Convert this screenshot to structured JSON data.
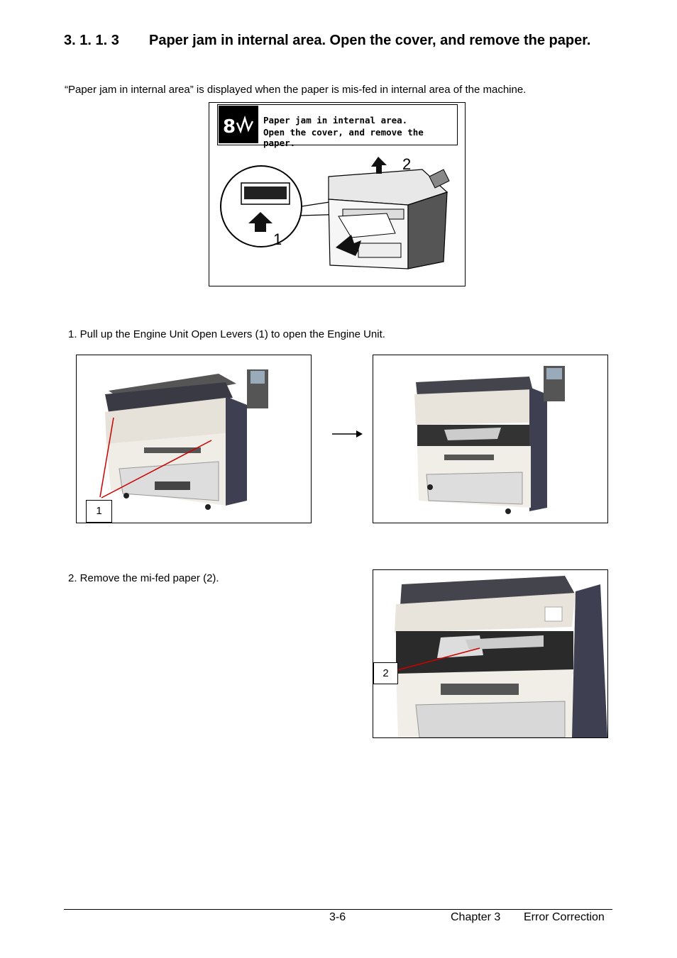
{
  "section": {
    "number": "3. 1. 1. 3",
    "title": "Paper jam in internal area. Open the cover, and remove the paper."
  },
  "intro": "“Paper jam in internal area” is displayed when the paper is mis-fed in internal area of the machine.",
  "display": {
    "line1": "Paper jam in internal area.",
    "line2": "Open the cover, and remove the paper.",
    "callout_1": "1",
    "callout_2": "2"
  },
  "steps": [
    {
      "text": "1.  Pull up the Engine Unit Open Levers (1) to open the Engine Unit.",
      "callout": "1"
    },
    {
      "text": "2.  Remove the mi-fed paper (2).",
      "callout": "2"
    }
  ],
  "footer": {
    "page": "3-6",
    "chapter": "Chapter 3",
    "section": "Error Correction"
  }
}
